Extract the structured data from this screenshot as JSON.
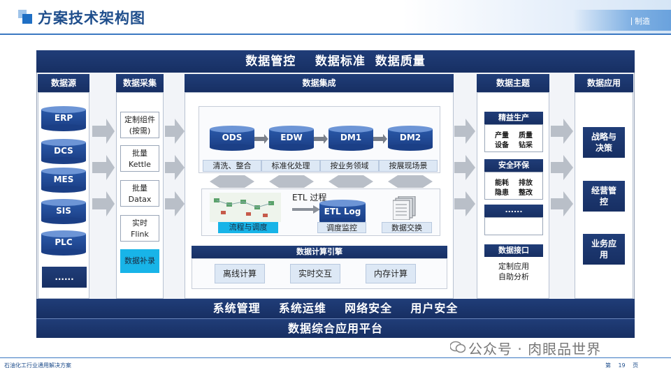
{
  "header": {
    "title": "方案技术架构图",
    "right_label": "制造"
  },
  "top_band": "数据管控    数据标准  数据质量",
  "columns": {
    "sources": {
      "title": "数据源",
      "items": [
        "ERP",
        "DCS",
        "MES",
        "SIS",
        "PLC",
        "......"
      ]
    },
    "collection": {
      "title": "数据采集",
      "items": [
        "定制组件\n(按需)",
        "批量\nKettle",
        "批量\nDatax",
        "实时\nFlink",
        "数据补录"
      ]
    },
    "integration": {
      "title": "数据集成",
      "layers": [
        "ODS",
        "EDW",
        "DM1",
        "DM2"
      ],
      "layer_labels": [
        "清洗、整合",
        "标准化处理",
        "按业务领域",
        "按展现场景"
      ],
      "etl_title": "ETL 过程",
      "etl_log": "ETL Log",
      "etl_labels": [
        "流程与调度",
        "调度监控",
        "数据交换"
      ],
      "compute_title": "数据计算引擎",
      "compute_items": [
        "离线计算",
        "实时交互",
        "内存计算"
      ]
    },
    "themes": {
      "title": "数据主题",
      "lean_title": "精益生产",
      "lean_items": [
        "产量",
        "质量",
        "设备",
        "钻采"
      ],
      "safety_title": "安全环保",
      "safety_items": [
        "能耗",
        "排放",
        "隐患",
        "整改"
      ],
      "more": "......",
      "interface_title": "数据接口",
      "interface_items": [
        "定制应用",
        "自助分析"
      ]
    },
    "apps": {
      "title": "数据应用",
      "items": [
        "战略与\n决策",
        "经营管\n控",
        "业务应\n用"
      ]
    }
  },
  "bottom_band_1": "系统管理    系统运维    网络安全    用户安全",
  "bottom_band_2": "数据综合应用平台",
  "watermark": "公众号 · 肉眼品世界",
  "footer": {
    "left": "石油化工行业通用解决方案",
    "page_prefix": "第",
    "page_number": "19",
    "page_suffix": "页"
  },
  "colors": {
    "navy": "#1b3a75",
    "accent": "#1f6fc4",
    "cyan": "#18b4e8"
  }
}
